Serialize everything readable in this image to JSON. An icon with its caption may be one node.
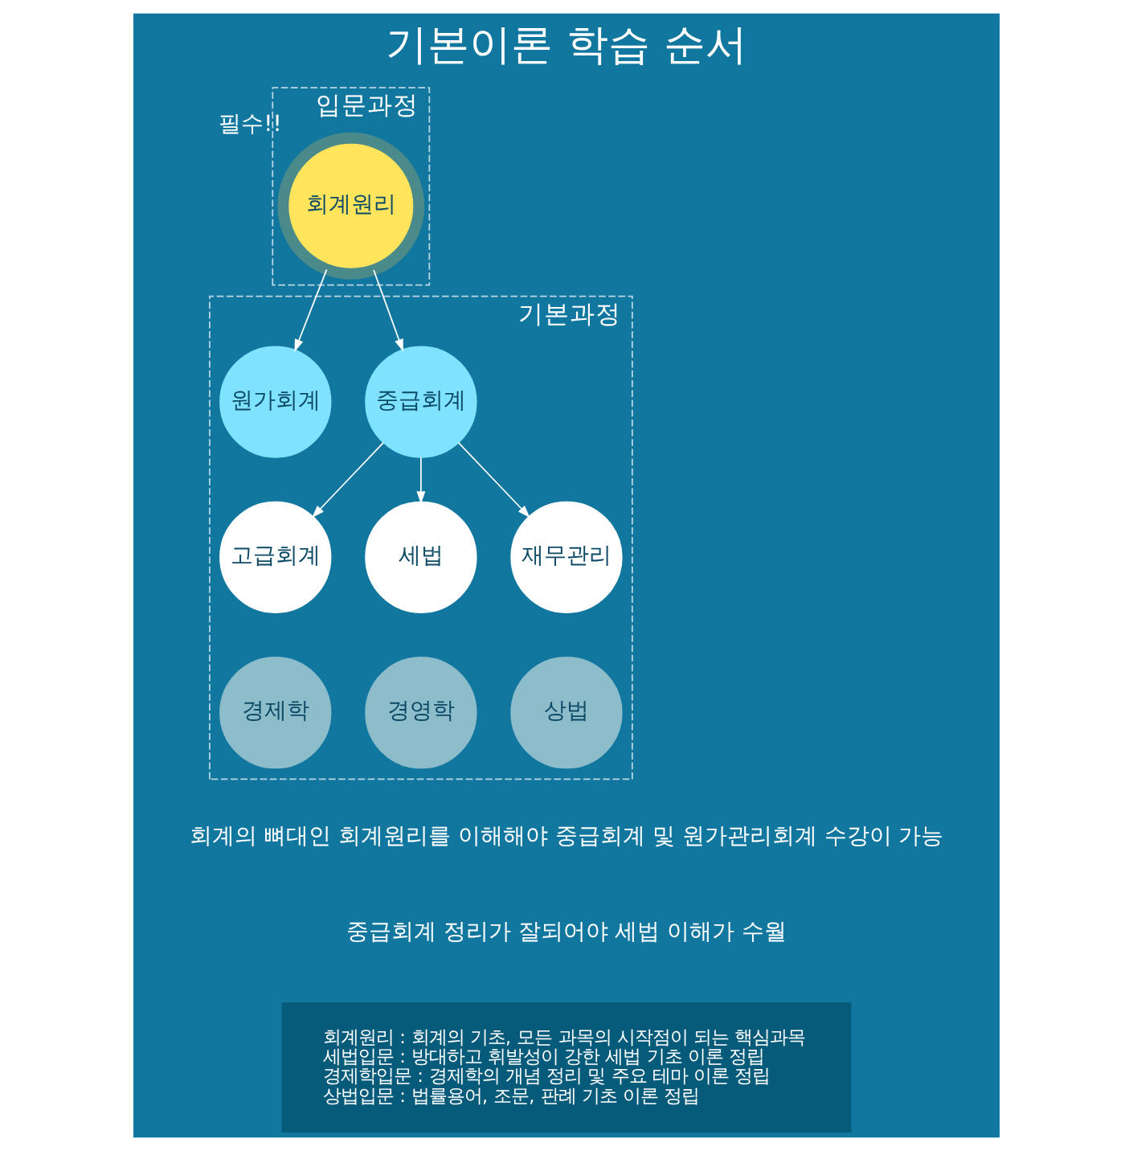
{
  "diagram": {
    "title": "기본이론 학습 순서",
    "nodes": [
      {
        "text": [
          "입문과정"
        ]
      },
      {
        "text": [
          "회계원리"
        ],
        "in": 0,
        "beside": [
          "필수!!"
        ]
      },
      {
        "text": [
          "기본과정"
        ]
      },
      {
        "text": [
          "중급회계"
        ],
        "in": 2
      },
      {
        "text": [
          "원가회계"
        ],
        "in": 2
      },
      {
        "text": [
          "고급회계"
        ],
        "in": 2
      },
      {
        "text": [
          "경제학"
        ],
        "in": 2
      },
      {
        "text": [
          "세법"
        ],
        "in": 2
      },
      {
        "text": [
          "경영학"
        ],
        "in": 2
      },
      {
        "text": [
          "재무관리"
        ],
        "in": 2
      },
      {
        "text": [
          "상법"
        ],
        "in": 2
      },
      {
        "text": [
          "회계원리 : 회계의 기초, 모든 과목의 시작점이 되는 핵심과목",
          "세법입문 : 방대하고 휘발성이 강한 세법 기초 이론 정립",
          "경제학입문 : 경제학의 개념 정리 및 주요 테마 이론 정립",
          "상법입문 : 법률용어, 조문, 판례 기초 이론 정립"
        ]
      }
    ],
    "edges": [
      {
        "from": 1,
        "to": 3,
        "arrow": "to"
      },
      {
        "from": 1,
        "to": 4,
        "arrow": "to"
      },
      {
        "from": 3,
        "to": 5,
        "arrow": "to"
      },
      {
        "from": 3,
        "to": 7,
        "arrow": "to"
      },
      {
        "from": 3,
        "to": 9,
        "arrow": "to"
      }
    ],
    "labels": [
      "회계의 뼈대인 회계원리를 이해해야 중급회계 및 원가관리회계 수강이 가능",
      "중급회계 정리가 잘되어야 세법 이해가 수월"
    ]
  }
}
